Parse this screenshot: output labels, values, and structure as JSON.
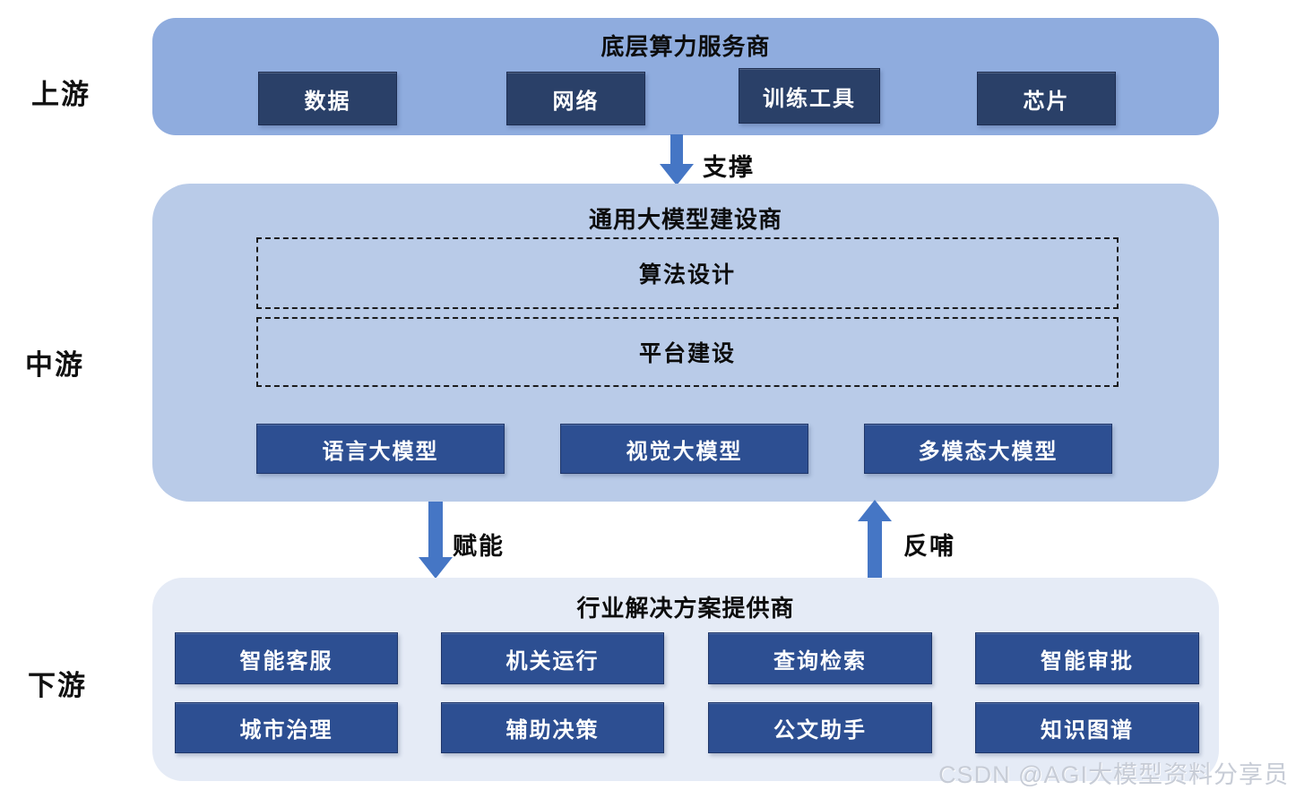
{
  "lanes": {
    "upstream_label": "上游",
    "midstream_label": "中游",
    "downstream_label": "下游"
  },
  "upstream": {
    "title": "底层算力服务商",
    "boxes": [
      "数据",
      "网络",
      "训练工具",
      "芯片"
    ]
  },
  "flows": {
    "support": "支撑",
    "empower": "赋能",
    "feedback": "反哺"
  },
  "midstream": {
    "title": "通用大模型建设商",
    "dashed_boxes": [
      "算法设计",
      "平台建设"
    ],
    "model_boxes": [
      "语言大模型",
      "视觉大模型",
      "多模态大模型"
    ]
  },
  "downstream": {
    "title": "行业解决方案提供商",
    "boxes_row1": [
      "智能客服",
      "机关运行",
      "查询检索",
      "智能审批"
    ],
    "boxes_row2": [
      "城市治理",
      "辅助决策",
      "公文助手",
      "知识图谱"
    ]
  },
  "watermark": "CSDN @AGI大模型资料分享员",
  "colors": {
    "upstream_band": "#8FACDE",
    "midstream_band": "#B9CBE8",
    "downstream_band": "#E5EBF6",
    "dark_box": "#2A4068",
    "model_box": "#2D4F92",
    "arrow": "#4576C5"
  }
}
